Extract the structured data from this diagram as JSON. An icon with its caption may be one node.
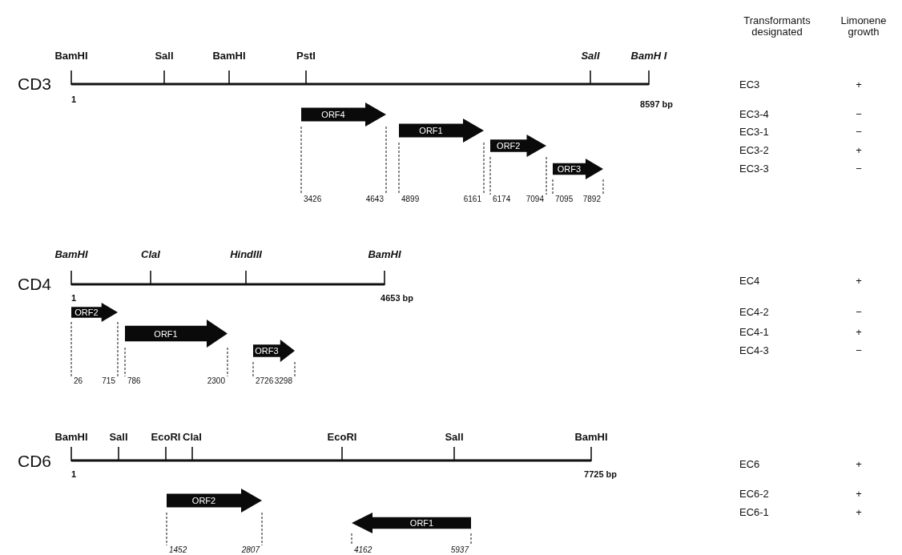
{
  "diagram": {
    "nodes": [
      {
        "text": [
          "ORF4"
        ]
      },
      {
        "text": [
          "ORF1"
        ]
      },
      {
        "text": [
          "ORF2"
        ]
      },
      {
        "text": [
          "ORF3"
        ]
      },
      {
        "text": [
          "ORF2"
        ]
      },
      {
        "text": [
          "ORF1"
        ]
      },
      {
        "text": [
          "ORF3"
        ]
      },
      {
        "text": [
          "ORF2"
        ]
      },
      {
        "text": [
          "ORF1"
        ]
      },
      {
        "text": [
          "3426"
        ]
      },
      {
        "text": [
          "4643"
        ]
      },
      {
        "text": [
          "4899"
        ]
      },
      {
        "text": [
          "6161"
        ]
      },
      {
        "text": [
          "6174"
        ]
      },
      {
        "text": [
          "7094"
        ]
      },
      {
        "text": [
          "7095"
        ]
      },
      {
        "text": [
          "7892"
        ]
      },
      {
        "text": [
          "26"
        ]
      },
      {
        "text": [
          "715"
        ]
      },
      {
        "text": [
          "786"
        ]
      },
      {
        "text": [
          "2300"
        ]
      },
      {
        "text": [
          "2726"
        ]
      },
      {
        "text": [
          "3298"
        ]
      },
      {
        "text": [
          "1452"
        ]
      },
      {
        "text": [
          "2807"
        ]
      },
      {
        "text": [
          "4162"
        ]
      },
      {
        "text": [
          "5937"
        ]
      }
    ],
    "edges": [
      {
        "from": 0,
        "to": 9,
        "arrow": "none",
        "style": "dashed"
      },
      {
        "from": 0,
        "to": 10,
        "arrow": "none",
        "style": "dashed"
      },
      {
        "from": 1,
        "to": 11,
        "arrow": "none",
        "style": "dashed"
      },
      {
        "from": 1,
        "to": 12,
        "arrow": "none",
        "style": "dashed"
      },
      {
        "from": 2,
        "to": 13,
        "arrow": "none",
        "style": "dashed"
      },
      {
        "from": 2,
        "to": 14,
        "arrow": "none",
        "style": "dashed"
      },
      {
        "from": 3,
        "to": 15,
        "arrow": "none",
        "style": "dashed"
      },
      {
        "from": 3,
        "to": 16,
        "arrow": "none",
        "style": "dashed"
      },
      {
        "from": 4,
        "to": 17,
        "arrow": "none",
        "style": "dashed"
      },
      {
        "from": 4,
        "to": 18,
        "arrow": "none",
        "style": "dashed"
      },
      {
        "from": 5,
        "to": 19,
        "arrow": "none",
        "style": "dashed"
      },
      {
        "from": 5,
        "to": 20,
        "arrow": "none",
        "style": "dashed"
      },
      {
        "from": 6,
        "to": 21,
        "arrow": "none",
        "style": "dashed"
      },
      {
        "from": 6,
        "to": 22,
        "arrow": "none",
        "style": "dashed"
      },
      {
        "from": 7,
        "to": 23,
        "arrow": "none",
        "style": "dashed"
      },
      {
        "from": 7,
        "to": 24,
        "arrow": "none",
        "style": "dashed"
      },
      {
        "from": 8,
        "to": 25,
        "arrow": "none",
        "style": "dashed"
      },
      {
        "from": 8,
        "to": 26,
        "arrow": "none",
        "style": "dashed"
      }
    ],
    "labels": [
      "Transformants designated",
      "Limonene growth",
      "BamHI",
      "SalI",
      "BamHI",
      "PstI",
      "SalI",
      "BamH I",
      "CD3",
      "1",
      "8597 bp",
      "EC3",
      "+",
      "EC3-4",
      "−",
      "EC3-1",
      "−",
      "EC3-2",
      "+",
      "EC3-3",
      "−",
      "BamHI",
      "ClaI",
      "HindIII",
      "BamHI",
      "CD4",
      "1",
      "4653 bp",
      "EC4",
      "+",
      "EC4-2",
      "−",
      "EC4-1",
      "+",
      "EC4-3",
      "−",
      "BamHI",
      "SalI",
      "EcoRI",
      "ClaI",
      "EcoRI",
      "SalI",
      "BamHI",
      "CD6",
      "1",
      "7725 bp",
      "EC6",
      "+",
      "EC6-2",
      "+",
      "EC6-1",
      "+"
    ]
  }
}
